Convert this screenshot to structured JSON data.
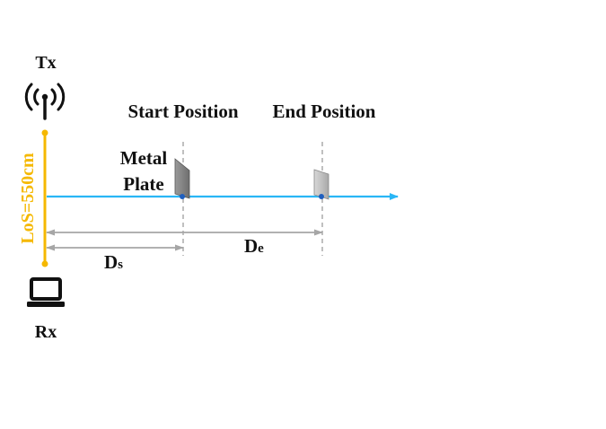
{
  "labels": {
    "tx": "Tx",
    "rx": "Rx",
    "start_position": "Start Position",
    "end_position": "End Position",
    "metal_plate_line1": "Metal",
    "metal_plate_line2": "Plate",
    "los": "LoS=550cm",
    "ds_main": "D",
    "ds_sub": "s",
    "de_main": "D",
    "de_sub": "e"
  },
  "colors": {
    "los_line": "#f5b800",
    "path_arrow": "#29b6f6",
    "dimension_arrow": "#a6a6a6",
    "guide_line": "#a6a6a6",
    "plate_start": "#8c8c8c",
    "plate_end": "#c4c4c4",
    "marker_dot": "#1f5fbf"
  },
  "icons": {
    "transmitter": "antenna-icon",
    "receiver": "laptop-icon"
  }
}
